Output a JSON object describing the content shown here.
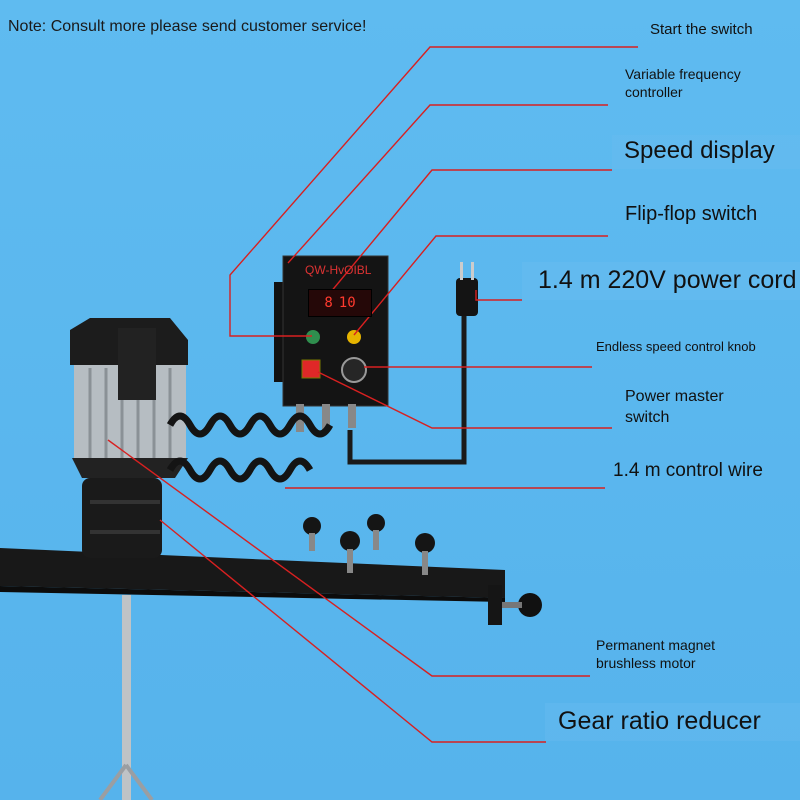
{
  "note": "Note: Consult more please send customer service!",
  "labels": {
    "start_switch": "Start the switch",
    "vf_controller_line1": "Variable frequency",
    "vf_controller_line2": "controller",
    "speed_display": "Speed display",
    "flip_flop": "Flip-flop switch",
    "power_cord": "1.4 m 220V power cord",
    "speed_knob": "Endless speed control knob",
    "power_master_line1": "Power master",
    "power_master_line2": "switch",
    "control_wire": "1.4 m control wire",
    "motor_line1": "Permanent magnet",
    "motor_line2": "brushless motor",
    "reducer": "Gear ratio reducer"
  },
  "device": {
    "model": "QW-HvOIBL",
    "display_value": "10",
    "display_left": "8"
  },
  "colors": {
    "background": "#5cb8ee",
    "leader_line": "#d82020",
    "hardware": "#1b1b1b"
  }
}
